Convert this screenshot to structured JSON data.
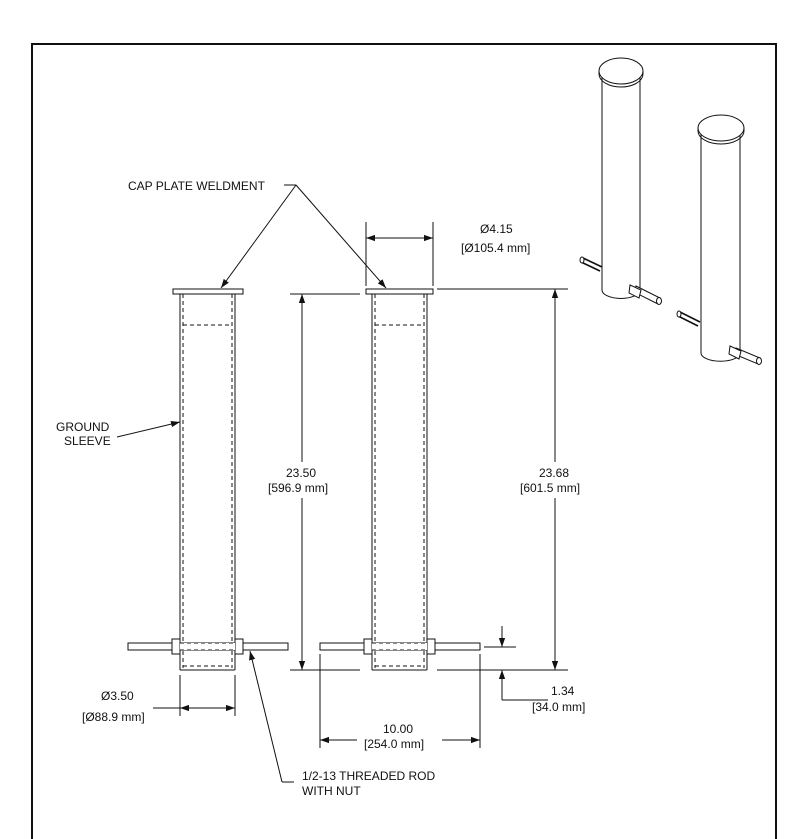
{
  "labels": {
    "cap_plate": "CAP PLATE WELDMENT",
    "ground_sleeve_1": "GROUND",
    "ground_sleeve_2": "SLEEVE",
    "threaded_rod_1": "1/2-13 THREADED ROD",
    "threaded_rod_2": "WITH NUT"
  },
  "dimensions": {
    "cap_dia": "Ø4.15",
    "cap_dia_mm": "[Ø105.4 mm]",
    "sleeve_len": "23.50",
    "sleeve_len_mm": "[596.9 mm]",
    "overall_len": "23.68",
    "overall_len_mm": "[601.5 mm]",
    "rod_offset": "1.34",
    "rod_offset_mm": "[34.0 mm]",
    "sleeve_dia": "Ø3.50",
    "sleeve_dia_mm": "[Ø88.9 mm]",
    "rod_len": "10.00",
    "rod_len_mm": "[254.0 mm]"
  }
}
